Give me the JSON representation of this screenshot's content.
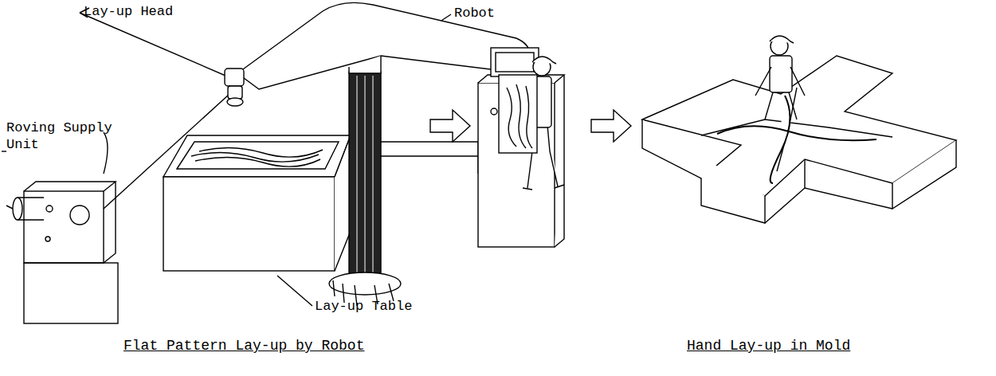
{
  "diagram": {
    "labels": [
      "Lay-up Head",
      "Robot",
      "Roving Supply Unit",
      "Lay-up Table",
      "Flat Pattern Lay-up by Robot",
      "Hand Lay-up in Mold"
    ]
  }
}
